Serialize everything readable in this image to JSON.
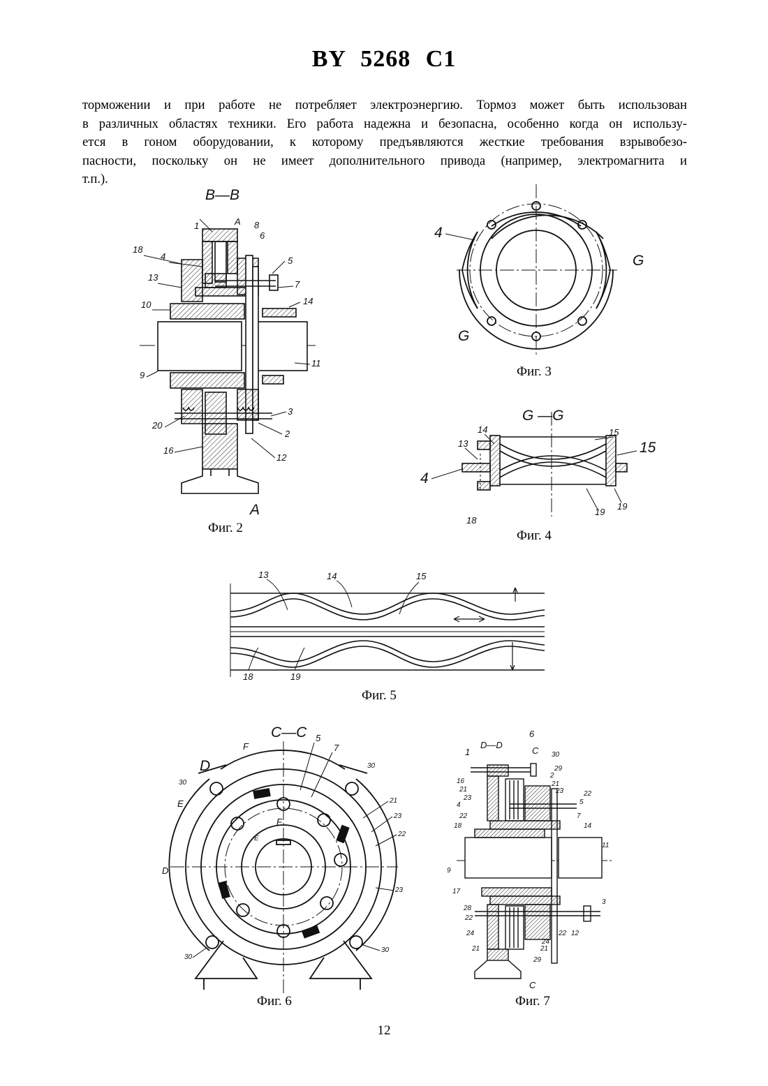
{
  "document": {
    "title": "BY 5268 C1",
    "paragraph_lines": [
      "торможении и при работе не потребляет электроэнергию. Тормоз может быть использован",
      "в различных областях техники. Его работа надежна и безопасна, особенно когда он использу-",
      "ется в гоном оборудовании, к которому предъявляются жесткие требования взрывобезо-",
      "пасности, поскольку он не имеет дополнительного привода (например, электромагнита и",
      "т.п.)."
    ],
    "page_number": "12"
  },
  "figures": {
    "fig2": {
      "caption": "Фиг. 2",
      "section": "B—B",
      "labels": {
        "p1": "1",
        "a_top": "A",
        "p8": "8",
        "p6": "6",
        "p18": "18",
        "p4": "4",
        "p5": "5",
        "p13": "13",
        "p7": "7",
        "p10": "10",
        "p14": "14",
        "p9": "9",
        "p11": "11",
        "p3": "3",
        "p20": "20",
        "p2": "2",
        "p16": "16",
        "p12": "12",
        "a_bot": "A"
      }
    },
    "fig3": {
      "caption": "Фиг. 3",
      "labels": {
        "p4": "4",
        "g_right": "G",
        "g_left": "G"
      }
    },
    "fig4": {
      "caption": "Фиг. 4",
      "section": "G —G",
      "labels": {
        "p14": "14",
        "p15a": "15",
        "p15b": "15",
        "p13": "13",
        "p4": "4",
        "p18": "18",
        "p19a": "19",
        "p19b": "19"
      }
    },
    "fig5": {
      "caption": "Фиг. 5",
      "labels": {
        "p13": "13",
        "p14": "14",
        "p15": "15",
        "p18": "18",
        "p19": "19"
      }
    },
    "fig6": {
      "caption": "Фиг. 6",
      "section": "C—C",
      "labels": {
        "p5": "5",
        "p7": "7",
        "f_top": "F",
        "d_top": "D",
        "p30a": "30",
        "p30b": "30",
        "e_left": "E",
        "p21": "21",
        "p23a": "23",
        "p22": "22",
        "f_in": "F",
        "e_in": "E",
        "d_left": "D",
        "p23b": "23",
        "p30c": "30",
        "p30d": "30"
      }
    },
    "fig7": {
      "caption": "Фиг. 7",
      "section": "D—D",
      "labels": {
        "p6": "6",
        "p1": "1",
        "c_top": "C",
        "p30": "30",
        "p29a": "29",
        "p2": "2",
        "p16": "16",
        "p21a": "21",
        "p21b": "21",
        "p23a": "23",
        "p23b": "23",
        "p22a": "22",
        "p4": "4",
        "p5": "5",
        "p22b": "22",
        "p7": "7",
        "p18": "18",
        "p14": "14",
        "p11": "11",
        "p9": "9",
        "p17": "17",
        "p3": "3",
        "p28": "28",
        "p22c": "22",
        "p12": "12",
        "p24a": "24",
        "p22d": "22",
        "p24b": "24",
        "p21c": "21",
        "p21d": "21",
        "p29b": "29",
        "c_bot": "C"
      }
    }
  }
}
